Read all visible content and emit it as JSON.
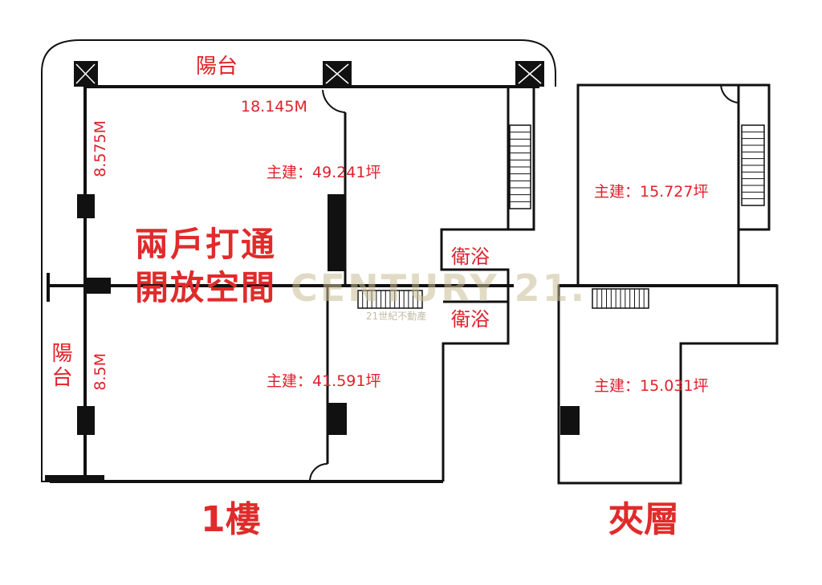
{
  "floor1": {
    "title": "1樓",
    "balcony_top": "陽台",
    "balcony_left": "陽台",
    "width_dim": "18.145M",
    "dim_upper": "8.575M",
    "dim_lower": "8.5M",
    "area_upper": "主建：49.241坪",
    "area_lower": "主建：41.591坪",
    "note_line1": "兩戶打通",
    "note_line2": "開放空間",
    "bath_upper": "衛浴",
    "bath_lower": "衛浴"
  },
  "mezzanine": {
    "title": "夾層",
    "area_upper": "主建：15.727坪",
    "area_lower": "主建：15.031坪"
  },
  "watermark": {
    "brand": "CENTURY 21.",
    "sub": "21世紀不動產"
  },
  "colors": {
    "label_red": "#e0202a",
    "wall": "#111111",
    "watermark": "#c8be96"
  }
}
